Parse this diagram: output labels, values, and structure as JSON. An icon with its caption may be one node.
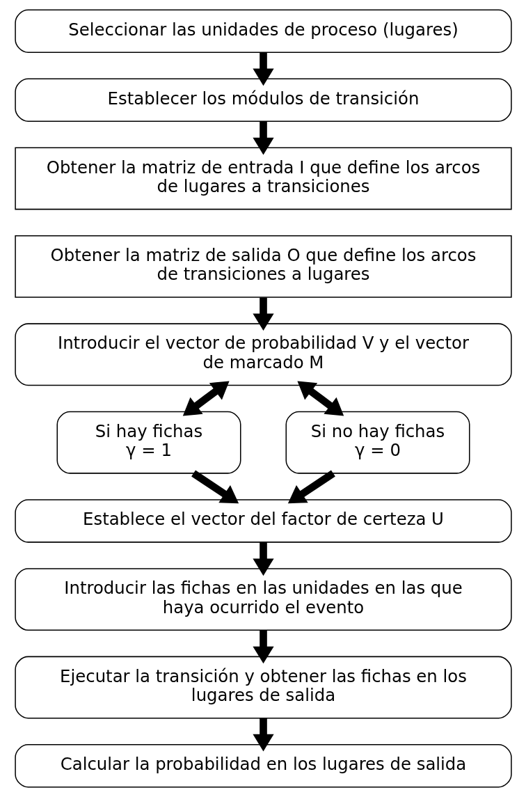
{
  "diagram": {
    "nodes": [
      {
        "text": [
          "Seleccionar las unidades de proceso (lugares)"
        ]
      },
      {
        "text": [
          "Establecer los módulos de transición"
        ]
      },
      {
        "text": [
          "Obtener la matriz de entrada I que define los arcos de lugares a transiciones"
        ]
      },
      {
        "text": [
          "Obtener la matriz de salida O que define los arcos de transiciones a lugares"
        ]
      },
      {
        "text": [
          "Introducir el vector de probabilidad V y el vector de marcado M"
        ]
      },
      {
        "text": [
          "Si hay fichas",
          "γ = 1"
        ]
      },
      {
        "text": [
          "Si no hay fichas",
          "γ = 0"
        ]
      },
      {
        "text": [
          "Establece el vector del factor de certeza U"
        ]
      },
      {
        "text": [
          "Introducir las fichas en las unidades en las que haya ocurrido el evento"
        ]
      },
      {
        "text": [
          "Ejecutar la transición y obtener las fichas en los lugares de salida"
        ]
      },
      {
        "text": [
          "Calcular la probabilidad en los lugares de salida"
        ]
      }
    ],
    "edges": [
      {
        "from": 0,
        "to": 1,
        "arrow": "to"
      },
      {
        "from": 1,
        "to": 2,
        "arrow": "to"
      },
      {
        "from": 3,
        "to": 4,
        "arrow": "to"
      },
      {
        "from": 4,
        "to": 5,
        "arrow": "both"
      },
      {
        "from": 4,
        "to": 6,
        "arrow": "both"
      },
      {
        "from": 5,
        "to": 7,
        "arrow": "to"
      },
      {
        "from": 6,
        "to": 7,
        "arrow": "to"
      },
      {
        "from": 7,
        "to": 8,
        "arrow": "to"
      },
      {
        "from": 8,
        "to": 9,
        "arrow": "to"
      },
      {
        "from": 9,
        "to": 10,
        "arrow": "to"
      }
    ]
  }
}
